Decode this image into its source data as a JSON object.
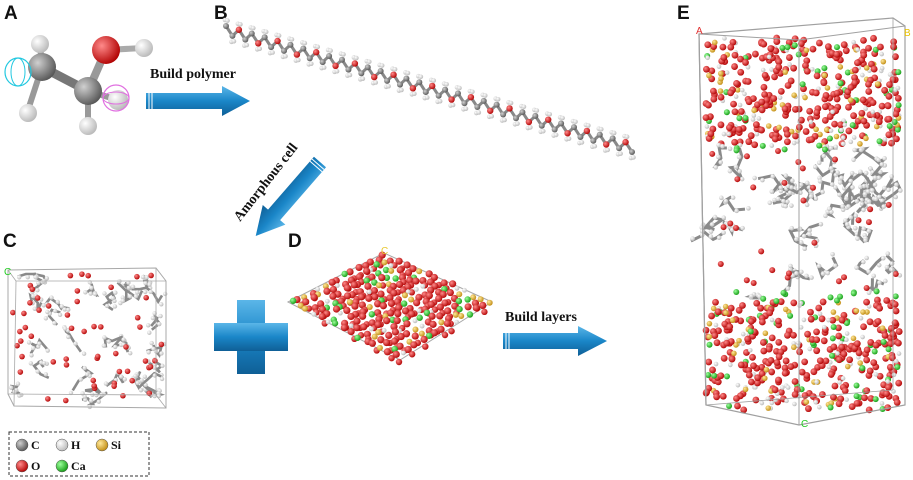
{
  "panels": {
    "a": "A",
    "b": "B",
    "c": "C",
    "d": "D",
    "e": "E"
  },
  "arrows": {
    "build_polymer": "Build polymer",
    "amorphous_cell": "Amorphous cell",
    "build_layers": "Build layers"
  },
  "cell_axis_labels": {
    "e_a": "A",
    "e_b": "B",
    "e_c": "C",
    "c_corner": "C",
    "d_corner": "C"
  },
  "legend": {
    "items": [
      {
        "symbol": "C",
        "color": "#808080"
      },
      {
        "symbol": "H",
        "color": "#f0f0f0"
      },
      {
        "symbol": "Si",
        "color": "#e8b830"
      },
      {
        "symbol": "O",
        "color": "#e81010"
      },
      {
        "symbol": "Ca",
        "color": "#22cc22"
      }
    ]
  },
  "colors": {
    "arrow_blue": "#1a86c8",
    "cell_line": "#a8a8a8",
    "carbon": "#808080",
    "hydrogen": "#f0f0f0",
    "oxygen": "#e81010",
    "silicon": "#e8b830",
    "calcium": "#22cc22"
  }
}
